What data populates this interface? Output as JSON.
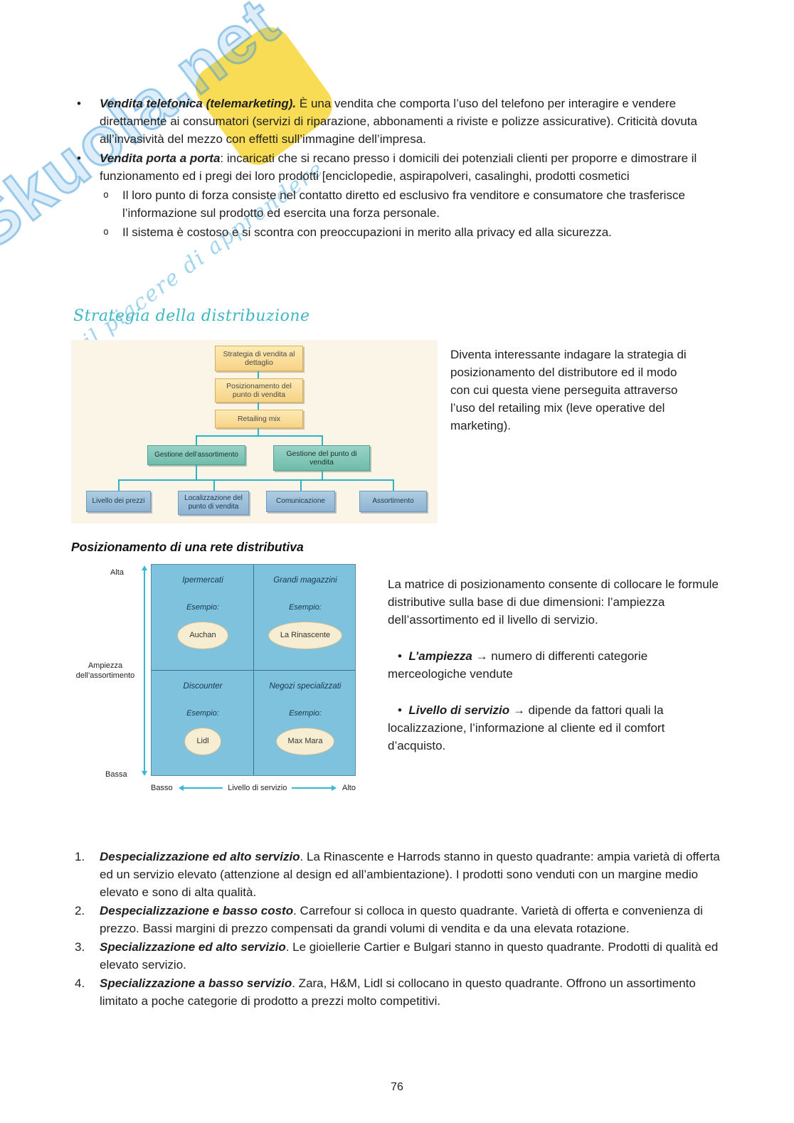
{
  "page": {
    "number": "76"
  },
  "watermark": {
    "brand": "Skuola.net",
    "tagline": "il piacere di apprendere"
  },
  "intro_bullets": [
    {
      "lead": "Vendita telefonica (telemarketing).",
      "text": " È una vendita che comporta l’uso del telefono per interagire e vendere direttamente ai consumatori (servizi di riparazione, abbonamenti a riviste e polizze assicurative). Criticità dovuta all’invasività del mezzo con effetti sull’immagine dell’impresa."
    },
    {
      "lead": "Vendita porta a porta",
      "text": ": incaricati che si recano presso i domicili dei potenziali clienti per proporre e dimostrare il funzionamento ed i pregi dei loro prodotti [enciclopedie, aspirapolveri, casalinghi, prodotti cosmetici"
    }
  ],
  "sub_bullets": [
    "Il loro punto di forza consiste nel contatto diretto ed esclusivo fra venditore e consumatore che trasferisce l’informazione sul prodotto ed esercita una forza personale.",
    "Il sistema è costoso e si scontra con preoccupazioni in merito alla privacy ed alla sicurezza."
  ],
  "section1": {
    "heading": "Strategia della distribuzione",
    "side_text": "Diventa interessante indagare la strategia di posizionamento del distributore ed il modo con cui questa viene perseguita attraverso l’uso del retailing mix (leve operative del marketing).",
    "flowchart": {
      "box1": "Strategia di vendita al dettaglio",
      "box2": "Posizionamento del punto di vendita",
      "box3": "Retailing mix",
      "mid1": "Gestione dell’assortimento",
      "mid2": "Gestione del punto di vendita",
      "leaf1": "Livello dei prezzi",
      "leaf2": "Localizzazione del punto di vendita",
      "leaf3": "Comunicazione",
      "leaf4": "Assortimento"
    }
  },
  "section2": {
    "heading": "Posizionamento di una rete distributiva",
    "intro": "La matrice di posizionamento consente di collocare le formule distributive sulla base di due dimensioni: l’ampiezza dell’assortimento ed il livello di servizio.",
    "bullets": [
      {
        "lead": "L’ampiezza",
        "text": " → numero di differenti categorie merceologiche vendute"
      },
      {
        "lead": "Livello di servizio",
        "text": " → dipende da fattori quali la localizzazione, l’informazione al cliente ed il comfort d’acquisto."
      }
    ],
    "matrix": {
      "y_top": "Alta",
      "y_bottom": "Bassa",
      "y_label": "Ampiezza dell’assortimento",
      "x_left": "Basso",
      "x_right": "Alto",
      "x_label": "Livello di servizio",
      "quadrants": [
        {
          "name": "Ipermercati",
          "example_label": "Esempio:",
          "example": "Auchan"
        },
        {
          "name": "Grandi magazzini",
          "example_label": "Esempio:",
          "example": "La Rinascente"
        },
        {
          "name": "Discounter",
          "example_label": "Esempio:",
          "example": "Lidl"
        },
        {
          "name": "Negozi specializzati",
          "example_label": "Esempio:",
          "example": "Max Mara"
        }
      ]
    }
  },
  "numbered_list": [
    {
      "num": "1.",
      "lead": "Despecializzazione ed alto servizio",
      "text": ". La Rinascente e Harrods stanno in questo quadrante: ampia varietà di offerta ed un servizio elevato (attenzione al design ed all’ambientazione). I prodotti sono venduti con un margine medio elevato e sono di alta qualità."
    },
    {
      "num": "2.",
      "lead": "Despecializzazione e basso costo",
      "text": ". Carrefour si colloca in questo quadrante. Varietà di offerta e convenienza di prezzo. Bassi margini di prezzo compensati da grandi volumi di vendita e da una elevata rotazione."
    },
    {
      "num": "3.",
      "lead": "Specializzazione ed alto servizio",
      "text": ". Le gioiellerie Cartier e Bulgari stanno in questo quadrante. Prodotti di qualità ed elevato servizio."
    },
    {
      "num": "4.",
      "lead": "Specializzazione a basso servizio",
      "text": ". Zara, H&M, Lidl si collocano in questo quadrante. Offrono un assortimento limitato a poche categorie di prodotto a prezzi molto competitivi."
    }
  ]
}
